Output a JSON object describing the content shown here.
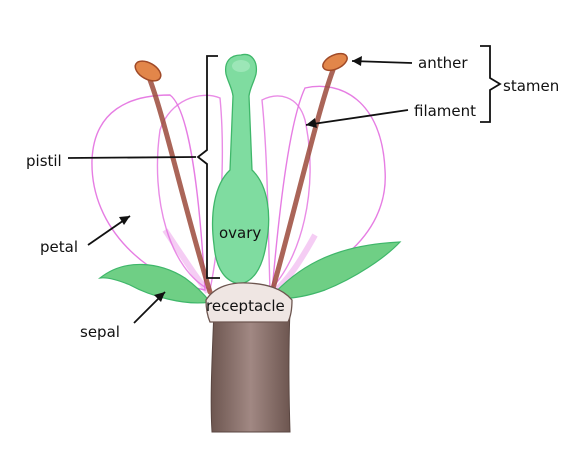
{
  "labels": {
    "anther": "anther",
    "stamen": "stamen",
    "filament": "filament",
    "pistil": "pistil",
    "ovary": "ovary",
    "petal": "petal",
    "sepal": "sepal",
    "receptacle": "receptacle"
  },
  "colors": {
    "petal": "#e36fe0",
    "pistil": "#5fd08a",
    "sepal": "#3fb76a",
    "filament": "#9b4a3b",
    "anther": "#e2864a",
    "stem": "#8c7069",
    "line": "#111111"
  }
}
